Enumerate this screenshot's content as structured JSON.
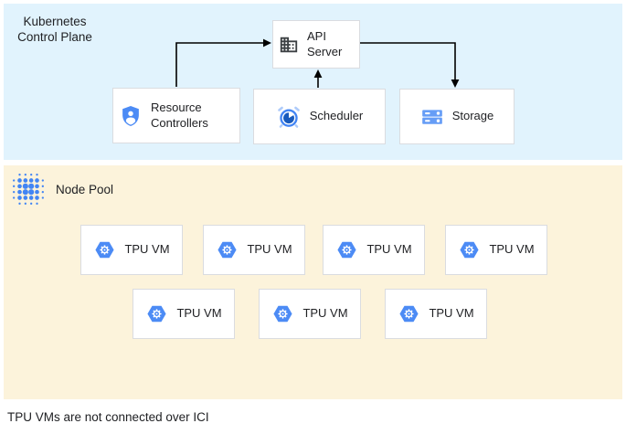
{
  "colors": {
    "control_plane_bg": "#E1F3FD",
    "node_pool_bg": "#FCF3DB",
    "box_bg": "#FFFFFF",
    "box_border": "#DADCE0",
    "arrow": "#000000",
    "text": "#202124",
    "icon_blue": "#4285F4",
    "icon_blue_medium": "#4C8BF5",
    "icon_blue_light": "#669DF6",
    "icon_blue_pale": "#AECBFA",
    "icon_blue_dark": "#185ABC",
    "icon_gray": "#3C4043"
  },
  "control_plane": {
    "title_line1": "Kubernetes",
    "title_line2": "Control Plane",
    "api_server_label": "API Server",
    "resource_controllers_label": "Resource Controllers",
    "scheduler_label": "Scheduler",
    "storage_label": "Storage"
  },
  "node_pool": {
    "title": "Node Pool",
    "tpu_vms": [
      {
        "label": "TPU VM"
      },
      {
        "label": "TPU VM"
      },
      {
        "label": "TPU VM"
      },
      {
        "label": "TPU VM"
      },
      {
        "label": "TPU VM"
      },
      {
        "label": "TPU VM"
      },
      {
        "label": "TPU VM"
      }
    ]
  },
  "caption": "TPU VMs are not connected over ICI",
  "icons": {
    "api_server": "building-icon",
    "resource_controllers": "shield-user-icon",
    "scheduler": "alarm-clock-icon",
    "storage": "storage-disks-icon",
    "node_pool": "dot-grid-icon",
    "tpu_vm": "tpu-hexagon-gear-icon"
  }
}
